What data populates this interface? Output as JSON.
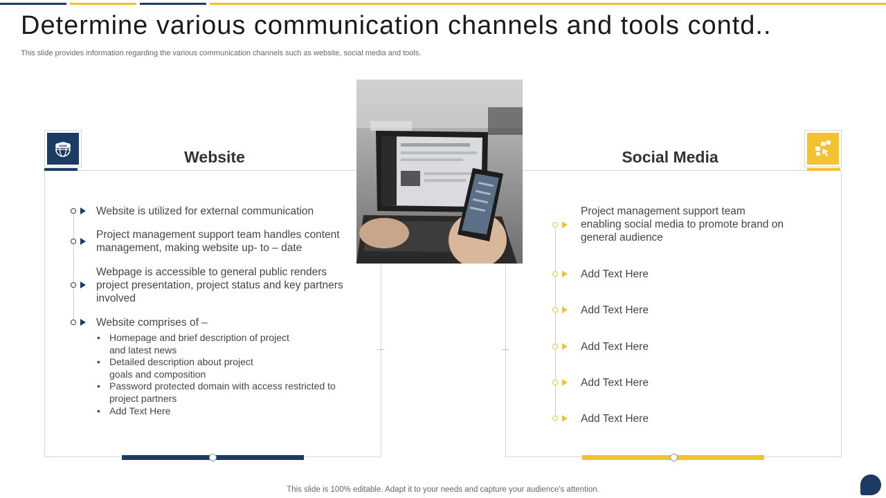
{
  "slide": {
    "title": "Determine various communication channels and tools contd..",
    "subtitle": "This slide provides information regarding the various communication channels such as website, social media and tools.",
    "footer": "This slide is 100% editable. Adapt it to your needs and capture your audience's attention."
  },
  "colors": {
    "navy": "#1b3a64",
    "gold": "#f2c230"
  },
  "website": {
    "heading": "Website",
    "icon": "www-globe-icon",
    "items": [
      "Website is utilized for external communication",
      "Project management support team handles content management, making website up- to – date",
      "Webpage is accessible to general public renders project presentation, project status and key partners involved",
      "Website comprises of –"
    ],
    "sub_items": [
      "Homepage and brief description of project and latest news",
      "Detailed description about project goals and composition",
      "Password protected domain with access restricted to project partners",
      "Add Text Here"
    ]
  },
  "social": {
    "heading": "Social Media",
    "icon": "social-media-icon",
    "items": [
      "Project management support team enabling social media to promote brand on general audience",
      "Add Text Here",
      "Add Text Here",
      "Add Text Here",
      "Add Text Here",
      "Add Text Here"
    ]
  }
}
